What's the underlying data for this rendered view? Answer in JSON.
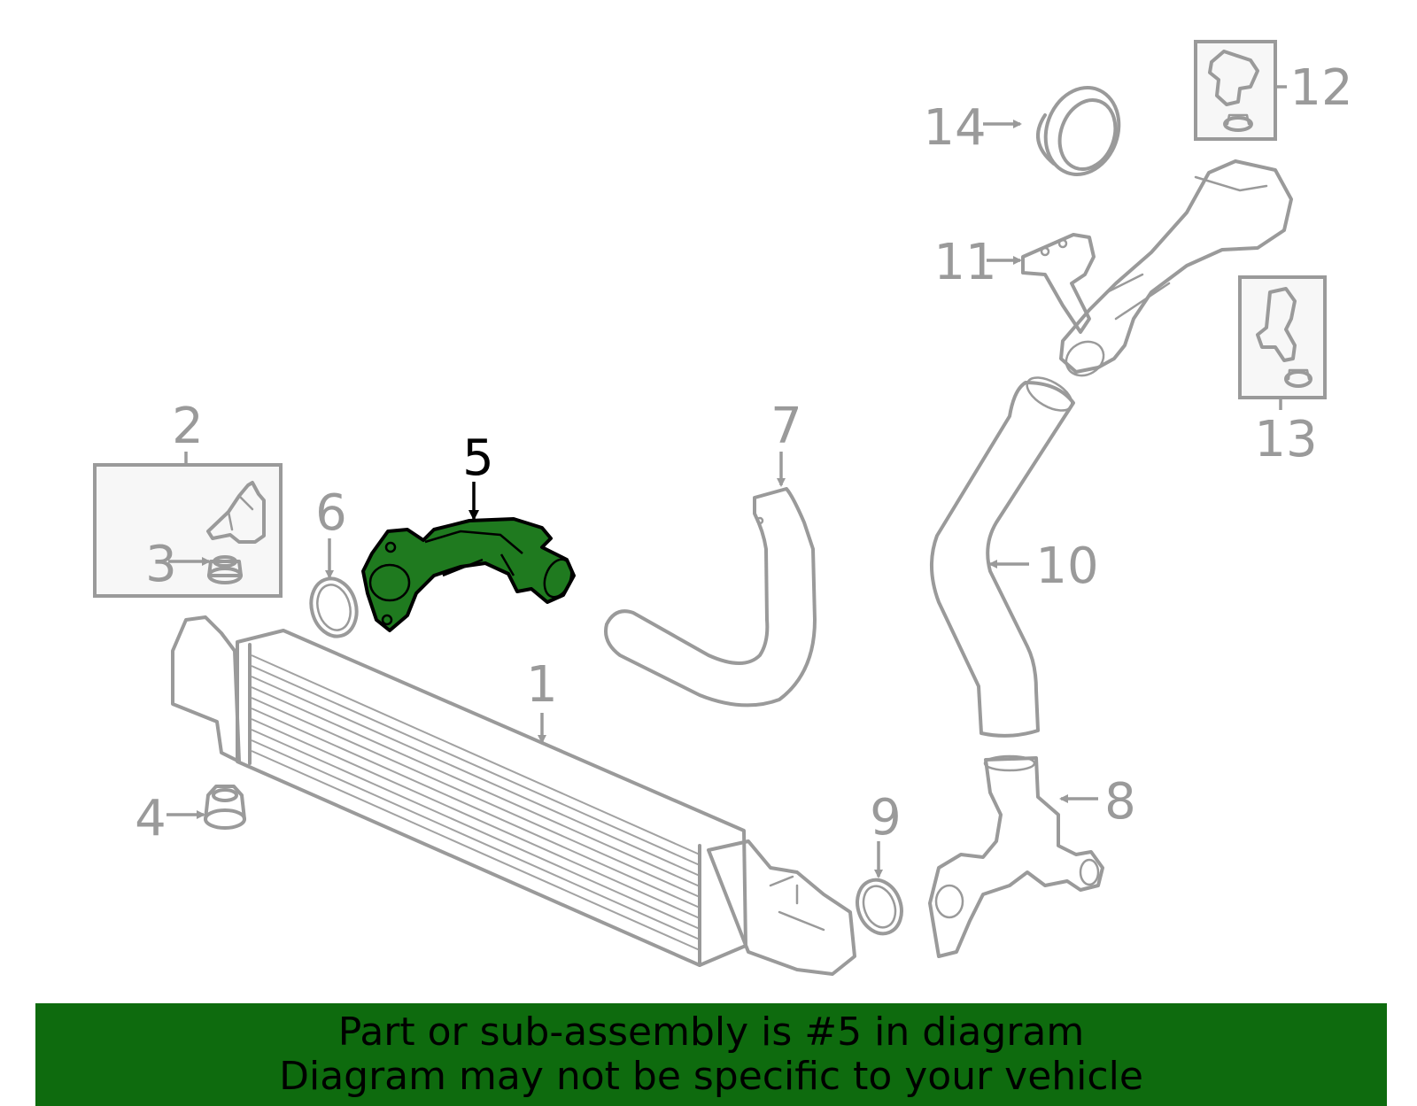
{
  "diagram": {
    "highlight_color": "#1f7a1f",
    "line_color": "#9a9a9a",
    "highlighted_callout": "5",
    "callouts": [
      {
        "id": "1",
        "label": "1"
      },
      {
        "id": "2",
        "label": "2"
      },
      {
        "id": "3",
        "label": "3"
      },
      {
        "id": "4",
        "label": "4"
      },
      {
        "id": "5",
        "label": "5"
      },
      {
        "id": "6",
        "label": "6"
      },
      {
        "id": "7",
        "label": "7"
      },
      {
        "id": "8",
        "label": "8"
      },
      {
        "id": "9",
        "label": "9"
      },
      {
        "id": "10",
        "label": "10"
      },
      {
        "id": "11",
        "label": "11"
      },
      {
        "id": "12",
        "label": "12"
      },
      {
        "id": "13",
        "label": "13"
      },
      {
        "id": "14",
        "label": "14"
      }
    ]
  },
  "banner": {
    "color": "#0e6b0e",
    "line1": "Part or sub-assembly is #5 in diagram",
    "line2": "Diagram may not be specific to your vehicle"
  }
}
